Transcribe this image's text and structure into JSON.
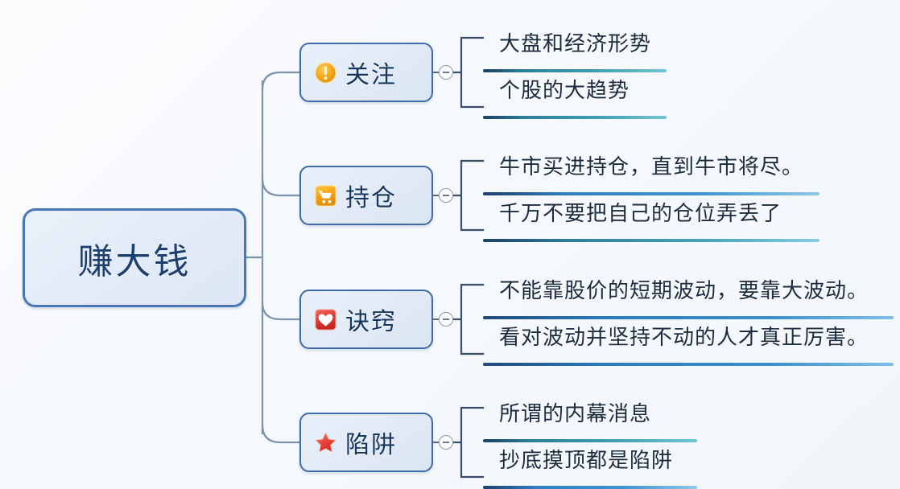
{
  "mindmap": {
    "root": {
      "label": "赚大钱"
    },
    "branches": [
      {
        "label": "关注",
        "icon": "warning-circle-icon",
        "icon_color": "#f0a21b",
        "toggle_label": "collapse",
        "leaves": [
          {
            "text": "大盘和经济形势",
            "underline_width": 228
          },
          {
            "text": "个股的大趋势",
            "underline_width": 228
          }
        ]
      },
      {
        "label": "持仓",
        "icon": "shopping-cart-icon",
        "icon_color": "#f0a21b",
        "toggle_label": "collapse",
        "leaves": [
          {
            "text": "牛市买进持仓，直到牛市将尽。",
            "underline_width": 418
          },
          {
            "text": "千万不要把自己的仓位弄丢了",
            "underline_width": 418
          }
        ]
      },
      {
        "label": "诀窍",
        "icon": "heart-icon",
        "icon_color": "#e03b33",
        "toggle_label": "collapse",
        "leaves": [
          {
            "text": "不能靠股价的短期波动，要靠大波动。",
            "underline_width": 510
          },
          {
            "text": "看对波动并坚持不动的人才真正厉害。",
            "underline_width": 510
          }
        ]
      },
      {
        "label": "陷阱",
        "icon": "star-icon",
        "icon_color": "#e8453c",
        "toggle_label": "collapse",
        "leaves": [
          {
            "text": "所谓的内幕消息",
            "underline_width": 266
          },
          {
            "text": "抄底摸顶都是陷阱",
            "underline_width": 266
          }
        ]
      }
    ],
    "colors": {
      "root_border": "#4a77b4",
      "root_fill": "#e6eef9",
      "root_text": "#1c3f70",
      "branch_border": "#3f6ba6",
      "branch_text": "#16365e",
      "connector": "#7c93ae",
      "bracket": "#3b4f6b",
      "leaf_text": "#1b2a3d",
      "underline_teal": "#2a7f96",
      "underline_blue": "#2f7fc4",
      "background": "#f6f9fc"
    }
  }
}
